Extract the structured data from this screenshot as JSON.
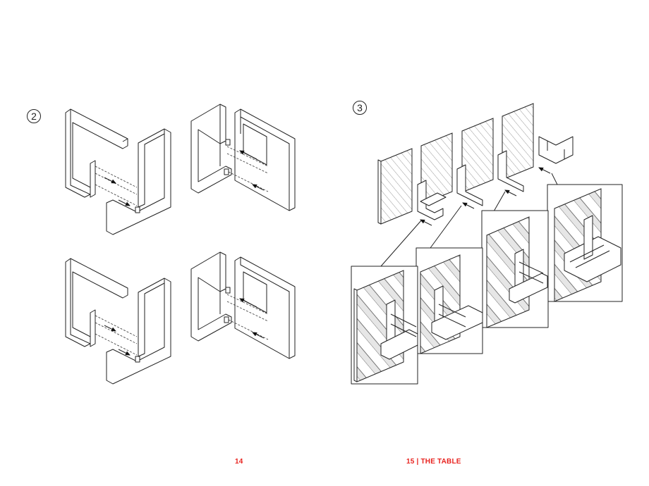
{
  "steps": {
    "left_step": "2",
    "right_step": "3"
  },
  "folios": {
    "left": "14",
    "right": "15 | THE TABLE"
  },
  "colors": {
    "folio": "#e8231f",
    "line": "#222222",
    "hatch": "#bdbdbd"
  },
  "icons": [
    "arrow-icon"
  ]
}
